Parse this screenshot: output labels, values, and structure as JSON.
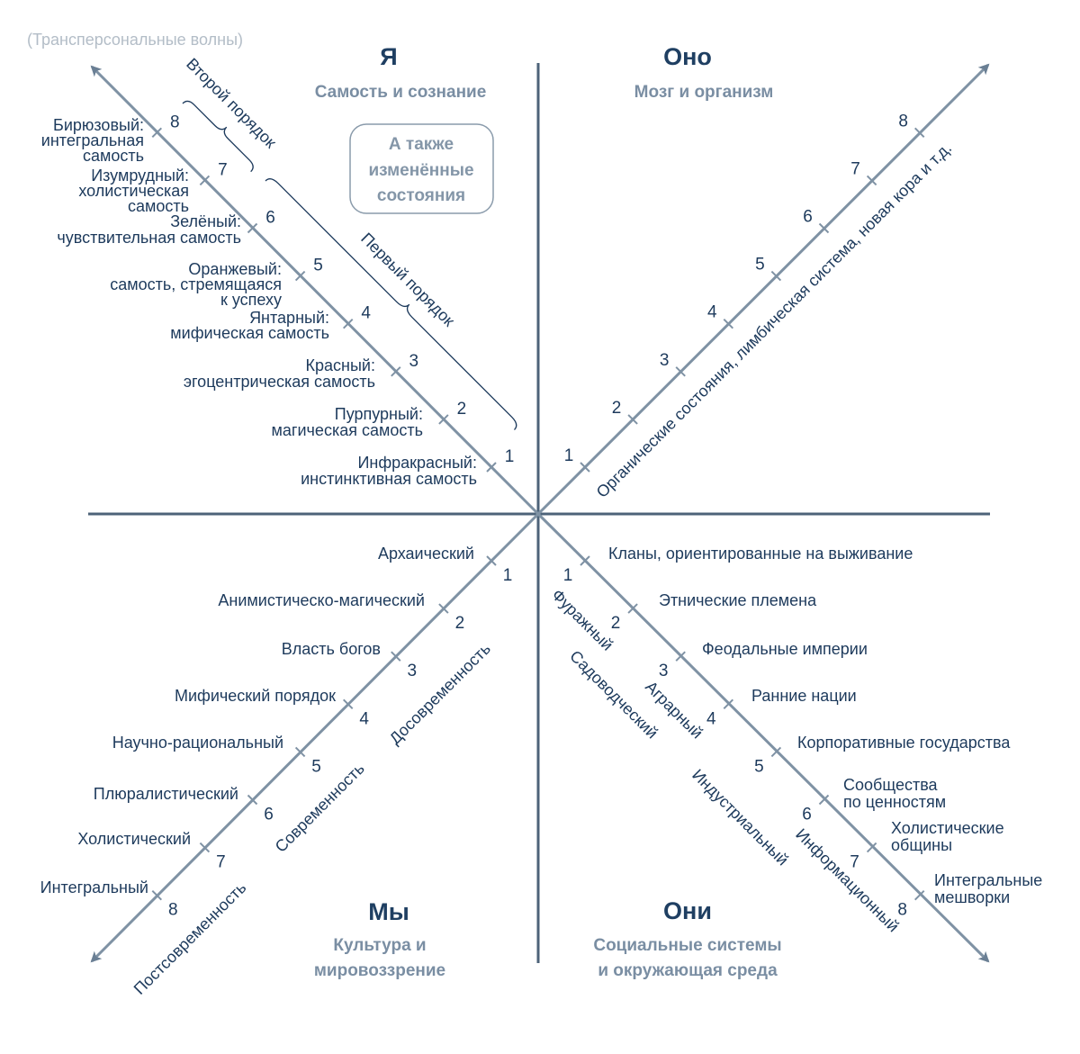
{
  "header_note": "(Трансперсональные волны)",
  "levels": [
    "1",
    "2",
    "3",
    "4",
    "5",
    "6",
    "7",
    "8"
  ],
  "quadrants": {
    "upper_left": {
      "title": "Я",
      "subtitle": "Самость и сознание",
      "note_box": [
        "А также",
        "изменённые",
        "состояния"
      ],
      "orders": {
        "second": "Второй порядок",
        "first": "Первый порядок"
      },
      "labels": [
        [
          "Инфракрасный:",
          "инстинктивная самость"
        ],
        [
          "Пурпурный:",
          "магическая самость"
        ],
        [
          "Красный:",
          "эгоцентрическая самость"
        ],
        [
          "Янтарный:",
          "мифическая самость"
        ],
        [
          "Оранжевый:",
          "самость, стремящаяся",
          "к успеху"
        ],
        [
          "Зелёный:",
          "чувствительная самость"
        ],
        [
          "Изумрудный:",
          "холистическая",
          "самость"
        ],
        [
          "Бирюзовый:",
          "интегральная",
          "самость"
        ]
      ]
    },
    "upper_right": {
      "title": "Оно",
      "subtitle": "Мозг и организм",
      "axis_label": "Органические состояния, лимбическая система, новая кора и т.д."
    },
    "lower_left": {
      "title": "Мы",
      "subtitle": [
        "Культура и",
        "мировоззрение"
      ],
      "labels": [
        "Архаический",
        "Анимистическо-магический",
        "Власть богов",
        "Мифический порядок",
        "Научно-рациональный",
        "Плюралистический",
        "Холистический",
        "Интегральный"
      ],
      "eras": {
        "premodern": "Досовременность",
        "modern": "Современность",
        "postmodern": "Постсовременность"
      }
    },
    "lower_right": {
      "title": "Они",
      "subtitle": [
        "Социальные системы",
        "и окружающая среда"
      ],
      "labels": [
        [
          "Кланы, ориентированные на выживание"
        ],
        [
          "Этнические племена"
        ],
        [
          "Феодальные империи"
        ],
        [
          "Ранние нации"
        ],
        [
          "Корпоративные государства"
        ],
        [
          "Сообщества",
          "по ценностям"
        ],
        [
          "Холистические",
          "общины"
        ],
        [
          "Интегральные",
          "мешворки"
        ]
      ],
      "economies": {
        "foraging": "Фуражный",
        "horticultural": "Садоводческий",
        "agrarian": "Аграрный",
        "industrial": "Индустриальный",
        "informational": "Информационный"
      }
    }
  },
  "colors": {
    "axis": "#4d6379",
    "diagonal": "#7f92a4",
    "text": "#1d3a5c"
  }
}
